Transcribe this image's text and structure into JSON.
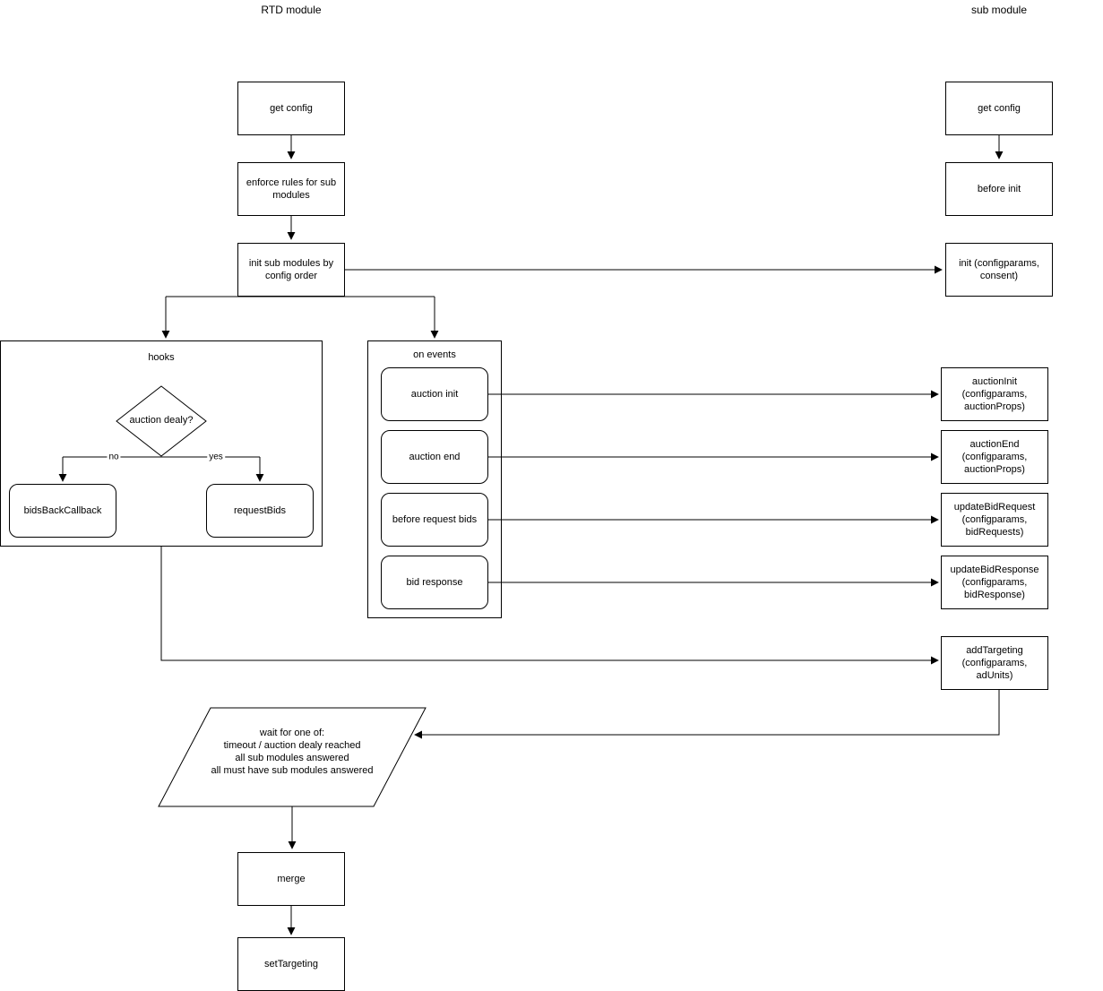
{
  "titles": {
    "rtd_module": "RTD module",
    "sub_module": "sub module"
  },
  "rtd": {
    "get_config": "get config",
    "enforce_rules": "enforce rules for sub\nmodules",
    "init_sub_modules": "init sub modules by\nconfig order",
    "hooks": {
      "label": "hooks",
      "decision": "auction dealy?",
      "no": "no",
      "yes": "yes",
      "bids_back_callback": "bidsBackCallback",
      "request_bids": "requestBids"
    },
    "on_events": {
      "label": "on events",
      "auction_init": "auction init",
      "auction_end": "auction end",
      "before_request_bids": "before request bids",
      "bid_response": "bid response"
    },
    "wait": "wait for one of:\ntimeout / auction dealy reached\nall sub modules answered\nall must have sub modules answered",
    "merge": "merge",
    "set_targeting": "setTargeting"
  },
  "sub": {
    "get_config": "get config",
    "before_init": "before init",
    "init": "init (configparams,\nconsent)",
    "auction_init": "auctionInit\n(configparams,\nauctionProps)",
    "auction_end": "auctionEnd\n(configparams,\nauctionProps)",
    "update_bid_request": "updateBidRequest\n(configparams,\nbidRequests)",
    "update_bid_response": "updateBidResponse\n(configparams,\nbidResponse)",
    "add_targeting": "addTargeting\n(configparams,\nadUnits)"
  },
  "colors": {
    "stroke": "#000000",
    "fill": "#ffffff"
  }
}
